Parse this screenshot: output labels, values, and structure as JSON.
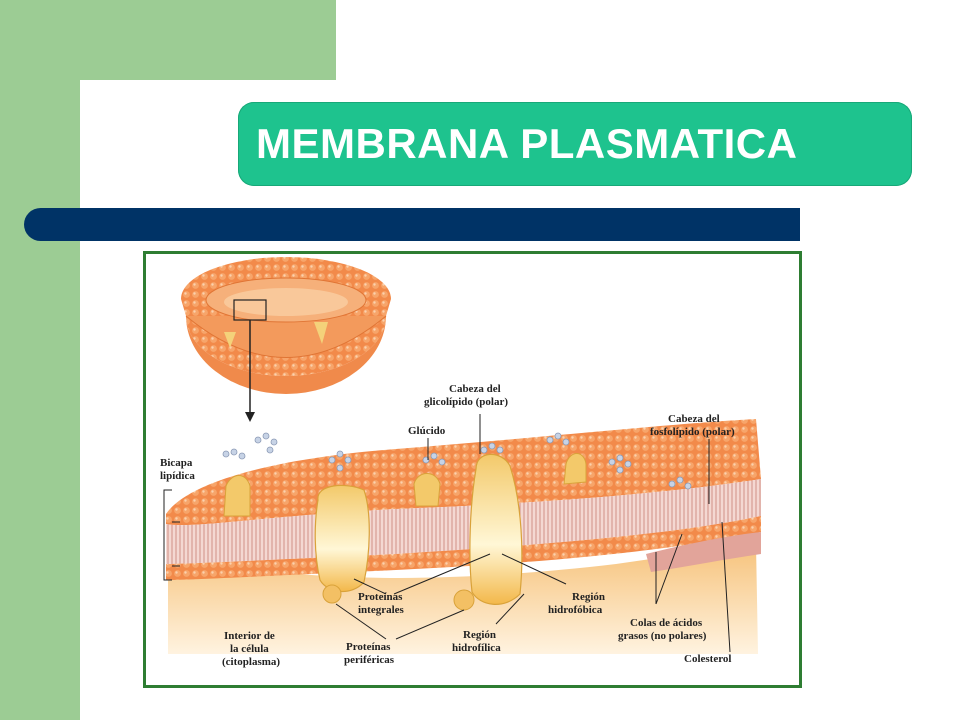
{
  "slide": {
    "title": "MEMBRANA PLASMATICA"
  },
  "colors": {
    "green_band": "#9ccc94",
    "title_bg": "#1ec38e",
    "navy_bar": "#003366",
    "frame_border": "#2e7d32",
    "membrane_orange": "#f08a4b",
    "protein_yellow": "#f4d27a"
  },
  "diagram": {
    "labels": {
      "bicapa_1": "Bicapa",
      "bicapa_2": "lipídica",
      "glicolipido_1": "Cabeza del",
      "glicolipido_2": "glicolípido (polar)",
      "glucido": "Glúcido",
      "fosfolipido_1": "Cabeza del",
      "fosfolipido_2": "fosfolípido (polar)",
      "integrales_1": "Proteínas",
      "integrales_2": "integrales",
      "hidrofobica_1": "Región",
      "hidrofobica_2": "hidrofóbica",
      "hidrofilica_1": "Región",
      "hidrofilica_2": "hidrofílica",
      "colas_1": "Colas de ácidos",
      "colas_2": "grasos (no polares)",
      "interior_1": "Interior de",
      "interior_2": "la célula",
      "interior_3": "(citoplasma)",
      "perifericas_1": "Proteínas",
      "perifericas_2": "periféricas",
      "colesterol": "Colesterol"
    }
  }
}
